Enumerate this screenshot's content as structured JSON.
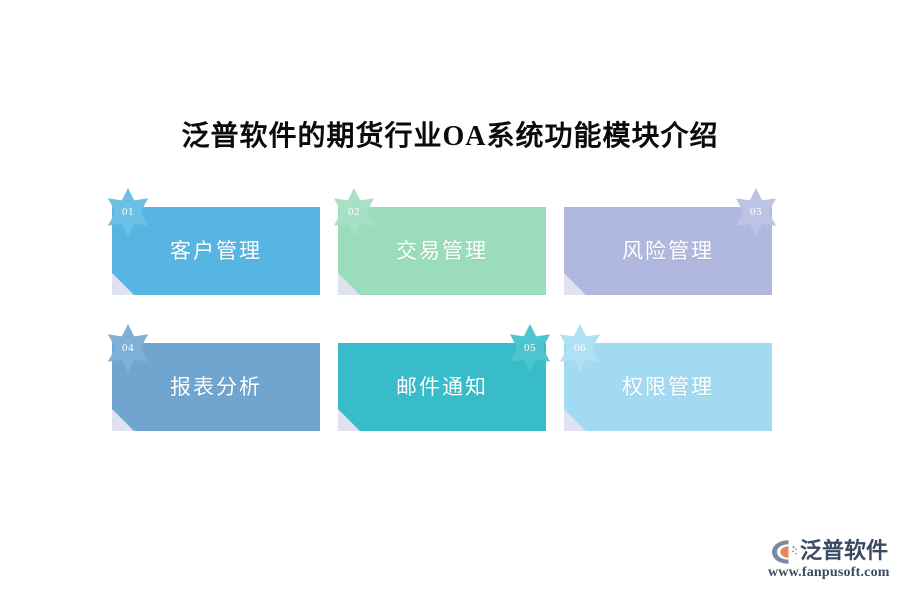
{
  "page": {
    "title": "泛普软件的期货行业OA系统功能模块介绍",
    "background_color": "#ffffff"
  },
  "cards": [
    {
      "number": "01",
      "label": "客户管理",
      "color": "#57b5e3",
      "badge_color": "#6cc0e6",
      "badge_side": "left"
    },
    {
      "number": "02",
      "label": "交易管理",
      "color": "#9bdcbb",
      "badge_color": "#a7e0c4",
      "badge_side": "left"
    },
    {
      "number": "03",
      "label": "风险管理",
      "color": "#b0b8df",
      "badge_color": "#bcc3e4",
      "badge_side": "right"
    },
    {
      "number": "04",
      "label": "报表分析",
      "color": "#6fa5cf",
      "badge_color": "#7fb0d6",
      "badge_side": "left"
    },
    {
      "number": "05",
      "label": "邮件通知",
      "color": "#38bcc9",
      "badge_color": "#4ec4d0",
      "badge_side": "right"
    },
    {
      "number": "06",
      "label": "权限管理",
      "color": "#a2daf2",
      "badge_color": "#b0e0f4",
      "badge_side": "left"
    }
  ],
  "fold": {
    "color": "#dfe2f0"
  },
  "logo": {
    "brand": "泛普软件",
    "url": "www.fanpusoft.com",
    "text_color": "#3b4a63",
    "mark_color": "#7b8aa6",
    "mark_accent_color": "#e08a5a"
  }
}
